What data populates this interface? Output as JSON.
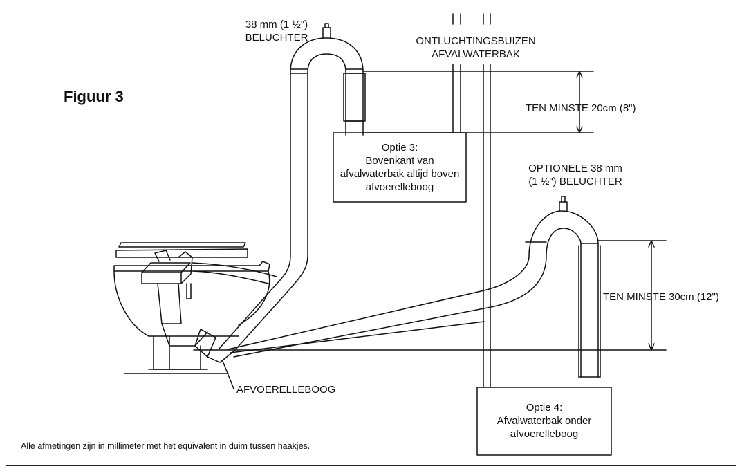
{
  "figure": {
    "title": "Figuur 3",
    "footnote": "Alle afmetingen zijn in millimeter met het equivalent in duim tussen haakjes."
  },
  "labels": {
    "vent_top_line1": "38 mm (1 ½\")",
    "vent_top_line2": "BELUCHTER",
    "vent_pipes_line1": "ONTLUCHTINGSBUIZEN",
    "vent_pipes_line2": "AFVALWATERBAK",
    "min_20_label": "TEN MINSTE 20cm (8\")",
    "optional_vent_line1": "OPTIONELE 38 mm",
    "optional_vent_line2": "(1 ½\") BELUCHTER",
    "min_30_label": "TEN MINSTE 30cm (12\")",
    "discharge_elbow": "AFVOERELLEBOOG"
  },
  "option3": {
    "line1": "Optie 3:",
    "line2": "Bovenkant van",
    "line3": "afvalwaterbak altijd boven",
    "line4": "afvoerelleboog"
  },
  "option4": {
    "line1": "Optie 4:",
    "line2": "Afvalwaterbak onder",
    "line3": "afvoerelleboog"
  },
  "colors": {
    "line": "#111111",
    "background": "#ffffff"
  }
}
